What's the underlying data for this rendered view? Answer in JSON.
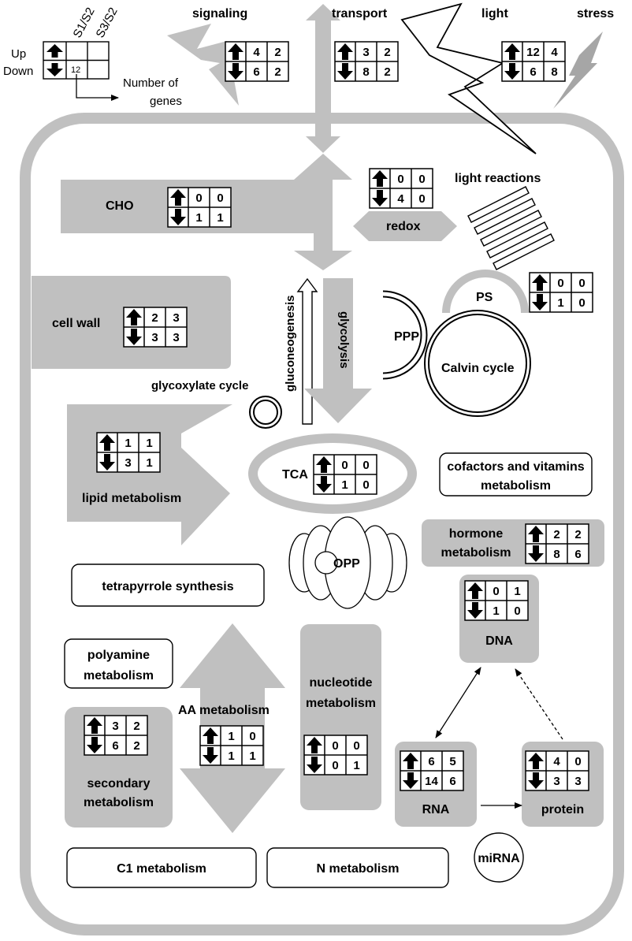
{
  "colors": {
    "gray": "#c0c0c0",
    "dark_gray": "#a6a6a6",
    "white": "#ffffff",
    "black": "#000000"
  },
  "legend": {
    "col1": "S1/S2",
    "col2": "S3/S2",
    "up": "Up",
    "down": "Down",
    "example": "12",
    "note_line1": "Number of",
    "note_line2": "genes"
  },
  "top_labels": {
    "signaling": "signaling",
    "transport": "transport",
    "light": "light",
    "stress": "stress"
  },
  "labels": {
    "cho": "CHO",
    "redox": "redox",
    "light_reactions": "light reactions",
    "cell_wall": "cell wall",
    "gluconeogenesis": "gluconeogenesis",
    "glycolysis": "glycolysis",
    "ppp": "PPP",
    "ps": "PS",
    "calvin": "Calvin cycle",
    "glycoxylate": "glycoxylate cycle",
    "tca": "TCA",
    "lipid": "lipid metabolism",
    "cofactors_1": "cofactors and vitamins",
    "cofactors_2": "metabolism",
    "hormone_1": "hormone",
    "hormone_2": "metabolism",
    "opp": "OPP",
    "tetrapyrrole": "tetrapyrrole synthesis",
    "dna": "DNA",
    "polyamine_1": "polyamine",
    "polyamine_2": "metabolism",
    "aa": "AA metabolism",
    "nucleotide_1": "nucleotide",
    "nucleotide_2": "metabolism",
    "secondary_1": "secondary",
    "secondary_2": "metabolism",
    "rna": "RNA",
    "protein": "protein",
    "c1": "C1 metabolism",
    "n_metab": "N metabolism",
    "mirna": "miRNA"
  },
  "counts": {
    "signaling": {
      "up": [
        "4",
        "2"
      ],
      "down": [
        "6",
        "2"
      ]
    },
    "transport": {
      "up": [
        "3",
        "2"
      ],
      "down": [
        "8",
        "2"
      ]
    },
    "light": {
      "up": [
        "12",
        "4"
      ],
      "down": [
        "6",
        "8"
      ]
    },
    "cho": {
      "up": [
        "0",
        "0"
      ],
      "down": [
        "1",
        "1"
      ]
    },
    "redox": {
      "up": [
        "0",
        "0"
      ],
      "down": [
        "4",
        "0"
      ]
    },
    "ps": {
      "up": [
        "0",
        "0"
      ],
      "down": [
        "1",
        "0"
      ]
    },
    "cell_wall": {
      "up": [
        "2",
        "3"
      ],
      "down": [
        "3",
        "3"
      ]
    },
    "lipid": {
      "up": [
        "1",
        "1"
      ],
      "down": [
        "3",
        "1"
      ]
    },
    "tca": {
      "up": [
        "0",
        "0"
      ],
      "down": [
        "1",
        "0"
      ]
    },
    "hormone": {
      "up": [
        "2",
        "2"
      ],
      "down": [
        "8",
        "6"
      ]
    },
    "dna": {
      "up": [
        "0",
        "1"
      ],
      "down": [
        "1",
        "0"
      ]
    },
    "aa": {
      "up": [
        "1",
        "0"
      ],
      "down": [
        "1",
        "1"
      ]
    },
    "nucleotide": {
      "up": [
        "0",
        "0"
      ],
      "down": [
        "0",
        "1"
      ]
    },
    "secondary": {
      "up": [
        "3",
        "2"
      ],
      "down": [
        "6",
        "2"
      ]
    },
    "rna": {
      "up": [
        "6",
        "5"
      ],
      "down": [
        "14",
        "6"
      ]
    },
    "protein": {
      "up": [
        "4",
        "0"
      ],
      "down": [
        "3",
        "3"
      ]
    }
  }
}
